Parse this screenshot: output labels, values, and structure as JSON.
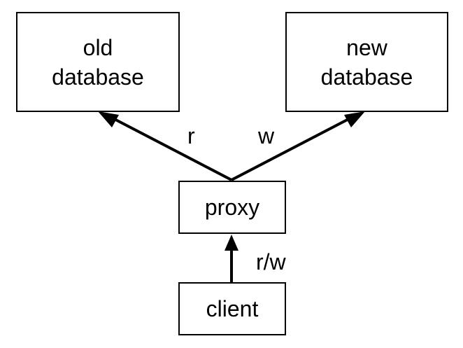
{
  "nodes": {
    "old_database": {
      "line1": "old",
      "line2": "database"
    },
    "new_database": {
      "line1": "new",
      "line2": "database"
    },
    "proxy": {
      "label": "proxy"
    },
    "client": {
      "label": "client"
    }
  },
  "edges": {
    "proxy_to_old": {
      "label": "r"
    },
    "proxy_to_new": {
      "label": "w"
    },
    "client_to_proxy": {
      "label": "r/w"
    }
  }
}
